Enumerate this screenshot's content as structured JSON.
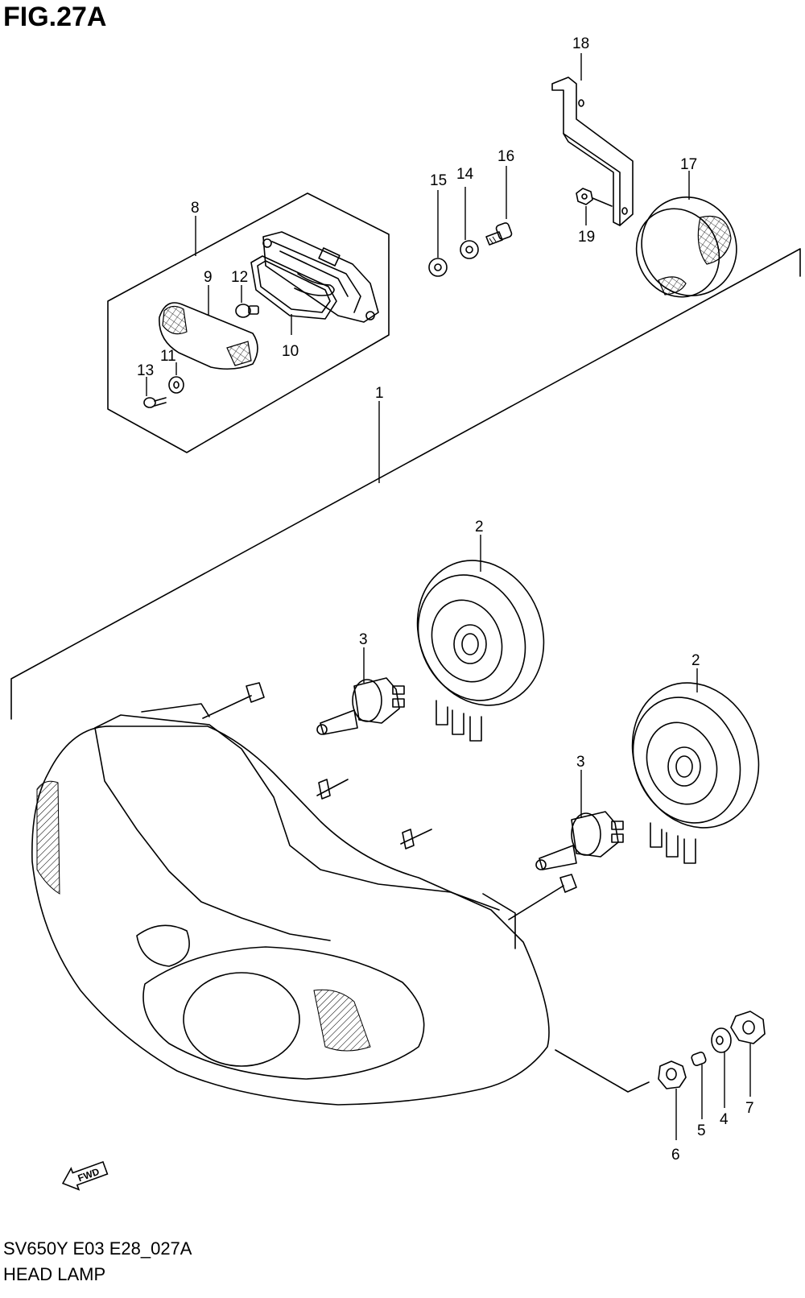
{
  "figure": {
    "title": "FIG.27A",
    "code": "SV650Y E03 E28_027A",
    "name": "HEAD LAMP"
  },
  "callouts": [
    {
      "id": "c1",
      "label": "1"
    },
    {
      "id": "c2a",
      "label": "2"
    },
    {
      "id": "c2b",
      "label": "2"
    },
    {
      "id": "c3a",
      "label": "3"
    },
    {
      "id": "c3b",
      "label": "3"
    },
    {
      "id": "c4",
      "label": "4"
    },
    {
      "id": "c5",
      "label": "5"
    },
    {
      "id": "c6",
      "label": "6"
    },
    {
      "id": "c7",
      "label": "7"
    },
    {
      "id": "c8",
      "label": "8"
    },
    {
      "id": "c9",
      "label": "9"
    },
    {
      "id": "c10",
      "label": "10"
    },
    {
      "id": "c11",
      "label": "11"
    },
    {
      "id": "c12",
      "label": "12"
    },
    {
      "id": "c13",
      "label": "13"
    },
    {
      "id": "c14",
      "label": "14"
    },
    {
      "id": "c15",
      "label": "15"
    },
    {
      "id": "c16",
      "label": "16"
    },
    {
      "id": "c17",
      "label": "17"
    },
    {
      "id": "c18",
      "label": "18"
    },
    {
      "id": "c19",
      "label": "19"
    }
  ],
  "direction_marker": {
    "label": "FWD",
    "icon": "fwd-arrow-icon"
  }
}
